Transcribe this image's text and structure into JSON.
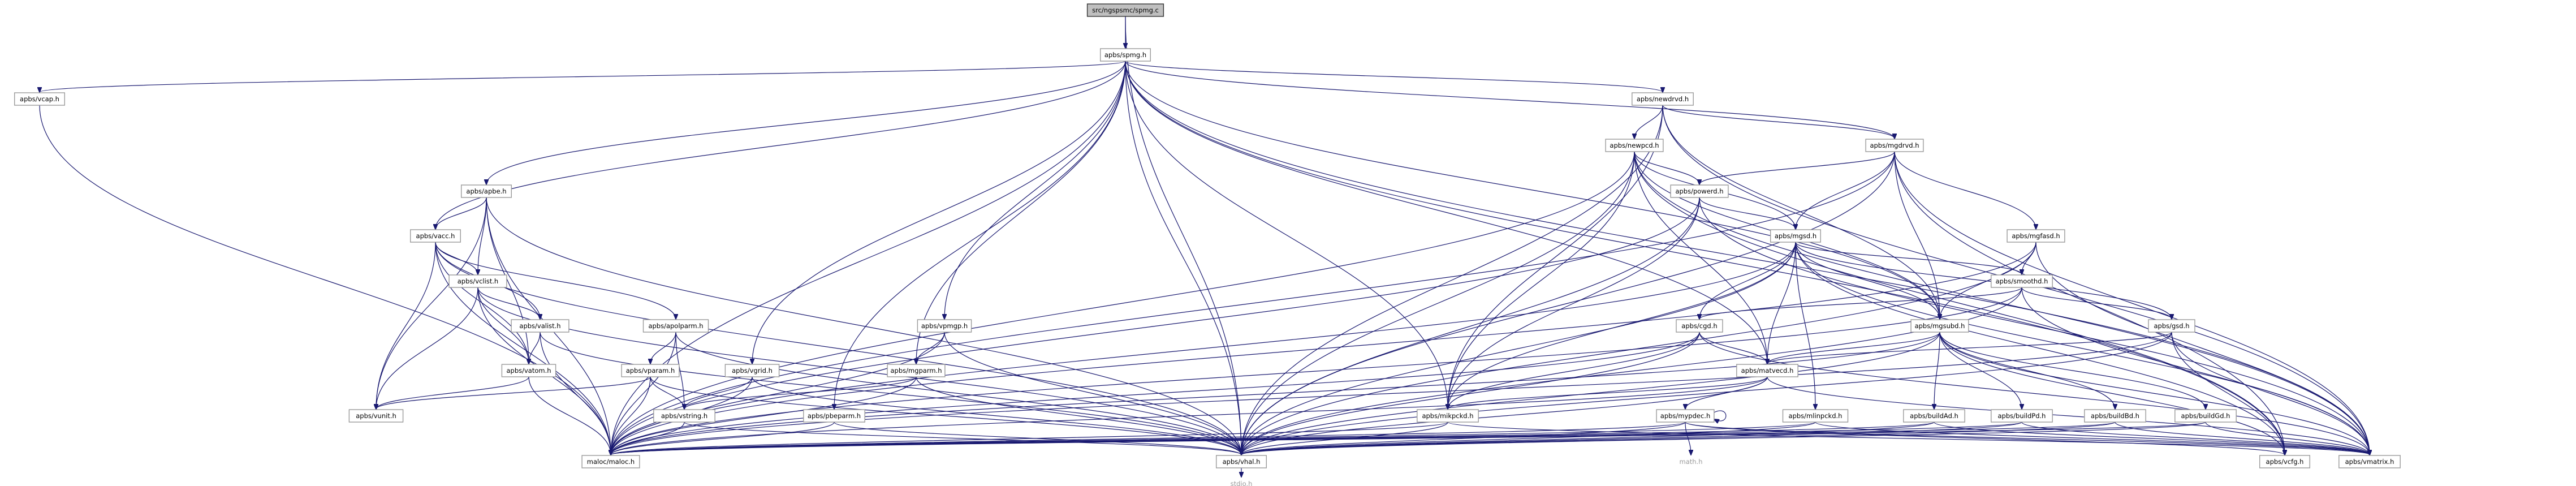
{
  "graph": {
    "nodes": [
      {
        "id": "root",
        "label": "src/ngspsmc/spmg.c",
        "root": true
      },
      {
        "id": "sparse_h",
        "label": "apbs/spmg.h"
      },
      {
        "id": "vcap_h",
        "label": "apbs/vcap.h"
      },
      {
        "id": "maloc_h",
        "label": "maloc/maloc.h"
      },
      {
        "id": "newdrvd_h",
        "label": "apbs/newdrvd.h"
      },
      {
        "id": "mgdrvd_h",
        "label": "apbs/mgdrvd.h"
      },
      {
        "id": "newpcd_h",
        "label": "apbs/newpcd.h"
      },
      {
        "id": "powerd_h",
        "label": "apbs/powerd.h"
      },
      {
        "id": "mgfasd_h",
        "label": "apbs/mgfasd.h"
      },
      {
        "id": "apbe_h",
        "label": "apbs/apbe.h"
      },
      {
        "id": "vacc_h",
        "label": "apbs/vacc.h"
      },
      {
        "id": "vclist_h",
        "label": "apbs/vclist.h"
      },
      {
        "id": "valist_h",
        "label": "apbs/valist.h"
      },
      {
        "id": "apolparm_h",
        "label": "apbs/apolparm.h"
      },
      {
        "id": "vatom_h",
        "label": "apbs/vatom.h"
      },
      {
        "id": "vparam_h",
        "label": "apbs/vparam.h"
      },
      {
        "id": "vunit_h",
        "label": "apbs/vunit.h"
      },
      {
        "id": "vstring_h",
        "label": "apbs/vstring.h"
      },
      {
        "id": "vgrid_h",
        "label": "apbs/vgrid.h"
      },
      {
        "id": "pbeparm_h",
        "label": "apbs/pbeparm.h"
      },
      {
        "id": "vpmgp_h",
        "label": "apbs/vpmgp.h"
      },
      {
        "id": "mgparm_h",
        "label": "apbs/mgparm.h"
      },
      {
        "id": "mgsd_h",
        "label": "apbs/mgsd.h"
      },
      {
        "id": "smoothd_h",
        "label": "apbs/smoothd.h"
      },
      {
        "id": "cgd_h",
        "label": "apbs/cgd.h"
      },
      {
        "id": "gsd_h",
        "label": "apbs/gsd.h"
      },
      {
        "id": "mgsubd_h",
        "label": "apbs/mgsubd.h"
      },
      {
        "id": "matvecd_h",
        "label": "apbs/matvecd.h"
      },
      {
        "id": "mikpckd_h",
        "label": "apbs/mikpckd.h"
      },
      {
        "id": "mypdec_h",
        "label": "apbs/mypdec.h"
      },
      {
        "id": "mlinpckd_h",
        "label": "apbs/mlinpckd.h"
      },
      {
        "id": "buildAd_h",
        "label": "apbs/buildAd.h"
      },
      {
        "id": "buildPd_h",
        "label": "apbs/buildPd.h"
      },
      {
        "id": "buildBd_h",
        "label": "apbs/buildBd.h"
      },
      {
        "id": "buildGd_h",
        "label": "apbs/buildGd.h"
      },
      {
        "id": "vhal_h",
        "label": "apbs/vhal.h"
      },
      {
        "id": "math_h",
        "label": "math.h",
        "gray": true
      },
      {
        "id": "vmatrix_h",
        "label": "apbs/vmatrix.h"
      },
      {
        "id": "vcfg_h",
        "label": "apbs/vcfg.h"
      },
      {
        "id": "stdio_h",
        "label": "stdio.h",
        "gray": true
      }
    ],
    "edges": [
      [
        "root",
        "sparse_h"
      ],
      [
        "root",
        "vhal_h"
      ],
      [
        "sparse_h",
        "vcap_h"
      ],
      [
        "sparse_h",
        "maloc_h"
      ],
      [
        "sparse_h",
        "newdrvd_h"
      ],
      [
        "sparse_h",
        "mgdrvd_h"
      ],
      [
        "sparse_h",
        "apbe_h"
      ],
      [
        "sparse_h",
        "vacc_h"
      ],
      [
        "sparse_h",
        "vpmgp_h"
      ],
      [
        "sparse_h",
        "vgrid_h"
      ],
      [
        "sparse_h",
        "pbeparm_h"
      ],
      [
        "sparse_h",
        "mgparm_h"
      ],
      [
        "sparse_h",
        "mikpckd_h"
      ],
      [
        "sparse_h",
        "matvecd_h"
      ],
      [
        "sparse_h",
        "mgsubd_h"
      ],
      [
        "sparse_h",
        "vhal_h"
      ],
      [
        "sparse_h",
        "vmatrix_h"
      ],
      [
        "sparse_h",
        "vcfg_h"
      ],
      [
        "vcap_h",
        "maloc_h"
      ],
      [
        "newdrvd_h",
        "newpcd_h"
      ],
      [
        "newdrvd_h",
        "mgdrvd_h"
      ],
      [
        "newdrvd_h",
        "mgsubd_h"
      ],
      [
        "newdrvd_h",
        "mikpckd_h"
      ],
      [
        "newdrvd_h",
        "vhal_h"
      ],
      [
        "newdrvd_h",
        "vmatrix_h"
      ],
      [
        "mgdrvd_h",
        "powerd_h"
      ],
      [
        "mgdrvd_h",
        "mgfasd_h"
      ],
      [
        "mgdrvd_h",
        "mgsd_h"
      ],
      [
        "mgdrvd_h",
        "mgsubd_h"
      ],
      [
        "mgdrvd_h",
        "maloc_h"
      ],
      [
        "mgdrvd_h",
        "vhal_h"
      ],
      [
        "mgdrvd_h",
        "vmatrix_h"
      ],
      [
        "mgdrvd_h",
        "vcfg_h"
      ],
      [
        "newpcd_h",
        "powerd_h"
      ],
      [
        "newpcd_h",
        "mgsd_h"
      ],
      [
        "newpcd_h",
        "mgsubd_h"
      ],
      [
        "newpcd_h",
        "matvecd_h"
      ],
      [
        "newpcd_h",
        "mikpckd_h"
      ],
      [
        "newpcd_h",
        "maloc_h"
      ],
      [
        "newpcd_h",
        "vhal_h"
      ],
      [
        "newpcd_h",
        "vmatrix_h"
      ],
      [
        "newpcd_h",
        "vcfg_h"
      ],
      [
        "powerd_h",
        "mgsd_h"
      ],
      [
        "powerd_h",
        "mikpckd_h"
      ],
      [
        "powerd_h",
        "maloc_h"
      ],
      [
        "powerd_h",
        "vhal_h"
      ],
      [
        "powerd_h",
        "vmatrix_h"
      ],
      [
        "mgfasd_h",
        "smoothd_h"
      ],
      [
        "mgfasd_h",
        "mgsubd_h"
      ],
      [
        "mgfasd_h",
        "maloc_h"
      ],
      [
        "mgfasd_h",
        "vhal_h"
      ],
      [
        "mgfasd_h",
        "vmatrix_h"
      ],
      [
        "mgsd_h",
        "smoothd_h"
      ],
      [
        "mgsd_h",
        "cgd_h"
      ],
      [
        "mgsd_h",
        "gsd_h"
      ],
      [
        "mgsd_h",
        "mgsubd_h"
      ],
      [
        "mgsd_h",
        "matvecd_h"
      ],
      [
        "mgsd_h",
        "mikpckd_h"
      ],
      [
        "mgsd_h",
        "mlinpckd_h"
      ],
      [
        "mgsd_h",
        "maloc_h"
      ],
      [
        "mgsd_h",
        "vhal_h"
      ],
      [
        "mgsd_h",
        "vmatrix_h"
      ],
      [
        "mgsd_h",
        "vcfg_h"
      ],
      [
        "smoothd_h",
        "cgd_h"
      ],
      [
        "smoothd_h",
        "gsd_h"
      ],
      [
        "smoothd_h",
        "maloc_h"
      ],
      [
        "smoothd_h",
        "vhal_h"
      ],
      [
        "smoothd_h",
        "vmatrix_h"
      ],
      [
        "cgd_h",
        "matvecd_h"
      ],
      [
        "cgd_h",
        "mikpckd_h"
      ],
      [
        "cgd_h",
        "maloc_h"
      ],
      [
        "cgd_h",
        "vhal_h"
      ],
      [
        "cgd_h",
        "vmatrix_h"
      ],
      [
        "gsd_h",
        "matvecd_h"
      ],
      [
        "gsd_h",
        "maloc_h"
      ],
      [
        "gsd_h",
        "vhal_h"
      ],
      [
        "gsd_h",
        "vmatrix_h"
      ],
      [
        "gsd_h",
        "vcfg_h"
      ],
      [
        "mgsubd_h",
        "matvecd_h"
      ],
      [
        "mgsubd_h",
        "buildAd_h"
      ],
      [
        "mgsubd_h",
        "buildPd_h"
      ],
      [
        "mgsubd_h",
        "buildBd_h"
      ],
      [
        "mgsubd_h",
        "buildGd_h"
      ],
      [
        "mgsubd_h",
        "maloc_h"
      ],
      [
        "mgsubd_h",
        "vhal_h"
      ],
      [
        "mgsubd_h",
        "vmatrix_h"
      ],
      [
        "mgsubd_h",
        "vcfg_h"
      ],
      [
        "matvecd_h",
        "mypdec_h"
      ],
      [
        "matvecd_h",
        "mikpckd_h"
      ],
      [
        "matvecd_h",
        "maloc_h"
      ],
      [
        "matvecd_h",
        "vhal_h"
      ],
      [
        "matvecd_h",
        "vmatrix_h"
      ],
      [
        "mypdec_h",
        "mypdec_h"
      ],
      [
        "mypdec_h",
        "math_h"
      ],
      [
        "mypdec_h",
        "maloc_h"
      ],
      [
        "mypdec_h",
        "vhal_h"
      ],
      [
        "mypdec_h",
        "vmatrix_h"
      ],
      [
        "mypdec_h",
        "vcfg_h"
      ],
      [
        "mlinpckd_h",
        "maloc_h"
      ],
      [
        "mlinpckd_h",
        "vhal_h"
      ],
      [
        "mlinpckd_h",
        "vmatrix_h"
      ],
      [
        "mikpckd_h",
        "maloc_h"
      ],
      [
        "mikpckd_h",
        "vhal_h"
      ],
      [
        "mikpckd_h",
        "vmatrix_h"
      ],
      [
        "buildAd_h",
        "maloc_h"
      ],
      [
        "buildAd_h",
        "vhal_h"
      ],
      [
        "buildAd_h",
        "vmatrix_h"
      ],
      [
        "buildPd_h",
        "maloc_h"
      ],
      [
        "buildPd_h",
        "vhal_h"
      ],
      [
        "buildPd_h",
        "vmatrix_h"
      ],
      [
        "buildBd_h",
        "maloc_h"
      ],
      [
        "buildBd_h",
        "vhal_h"
      ],
      [
        "buildBd_h",
        "vmatrix_h"
      ],
      [
        "buildGd_h",
        "maloc_h"
      ],
      [
        "buildGd_h",
        "vhal_h"
      ],
      [
        "buildGd_h",
        "vmatrix_h"
      ],
      [
        "apbe_h",
        "vacc_h"
      ],
      [
        "apbe_h",
        "vclist_h"
      ],
      [
        "apbe_h",
        "vatom_h"
      ],
      [
        "apbe_h",
        "vunit_h"
      ],
      [
        "apbe_h",
        "maloc_h"
      ],
      [
        "apbe_h",
        "vhal_h"
      ],
      [
        "vacc_h",
        "vclist_h"
      ],
      [
        "vacc_h",
        "valist_h"
      ],
      [
        "vacc_h",
        "vatom_h"
      ],
      [
        "vacc_h",
        "apolparm_h"
      ],
      [
        "vacc_h",
        "vunit_h"
      ],
      [
        "vacc_h",
        "maloc_h"
      ],
      [
        "vacc_h",
        "vhal_h"
      ],
      [
        "vclist_h",
        "valist_h"
      ],
      [
        "vclist_h",
        "vatom_h"
      ],
      [
        "vclist_h",
        "vunit_h"
      ],
      [
        "vclist_h",
        "maloc_h"
      ],
      [
        "vclist_h",
        "vhal_h"
      ],
      [
        "valist_h",
        "vatom_h"
      ],
      [
        "valist_h",
        "maloc_h"
      ],
      [
        "valist_h",
        "vhal_h"
      ],
      [
        "apolparm_h",
        "vparam_h"
      ],
      [
        "apolparm_h",
        "vstring_h"
      ],
      [
        "apolparm_h",
        "maloc_h"
      ],
      [
        "apolparm_h",
        "vhal_h"
      ],
      [
        "vatom_h",
        "vunit_h"
      ],
      [
        "vatom_h",
        "maloc_h"
      ],
      [
        "vparam_h",
        "vstring_h"
      ],
      [
        "vparam_h",
        "vunit_h"
      ],
      [
        "vparam_h",
        "maloc_h"
      ],
      [
        "vparam_h",
        "vhal_h"
      ],
      [
        "vstring_h",
        "maloc_h"
      ],
      [
        "vstring_h",
        "vhal_h"
      ],
      [
        "vgrid_h",
        "vstring_h"
      ],
      [
        "vgrid_h",
        "maloc_h"
      ],
      [
        "vgrid_h",
        "vhal_h"
      ],
      [
        "pbeparm_h",
        "maloc_h"
      ],
      [
        "pbeparm_h",
        "vhal_h"
      ],
      [
        "vpmgp_h",
        "mgparm_h"
      ],
      [
        "vpmgp_h",
        "maloc_h"
      ],
      [
        "vpmgp_h",
        "vhal_h"
      ],
      [
        "mgparm_h",
        "vstring_h"
      ],
      [
        "mgparm_h",
        "maloc_h"
      ],
      [
        "mgparm_h",
        "vhal_h"
      ],
      [
        "vhal_h",
        "stdio_h"
      ]
    ]
  }
}
